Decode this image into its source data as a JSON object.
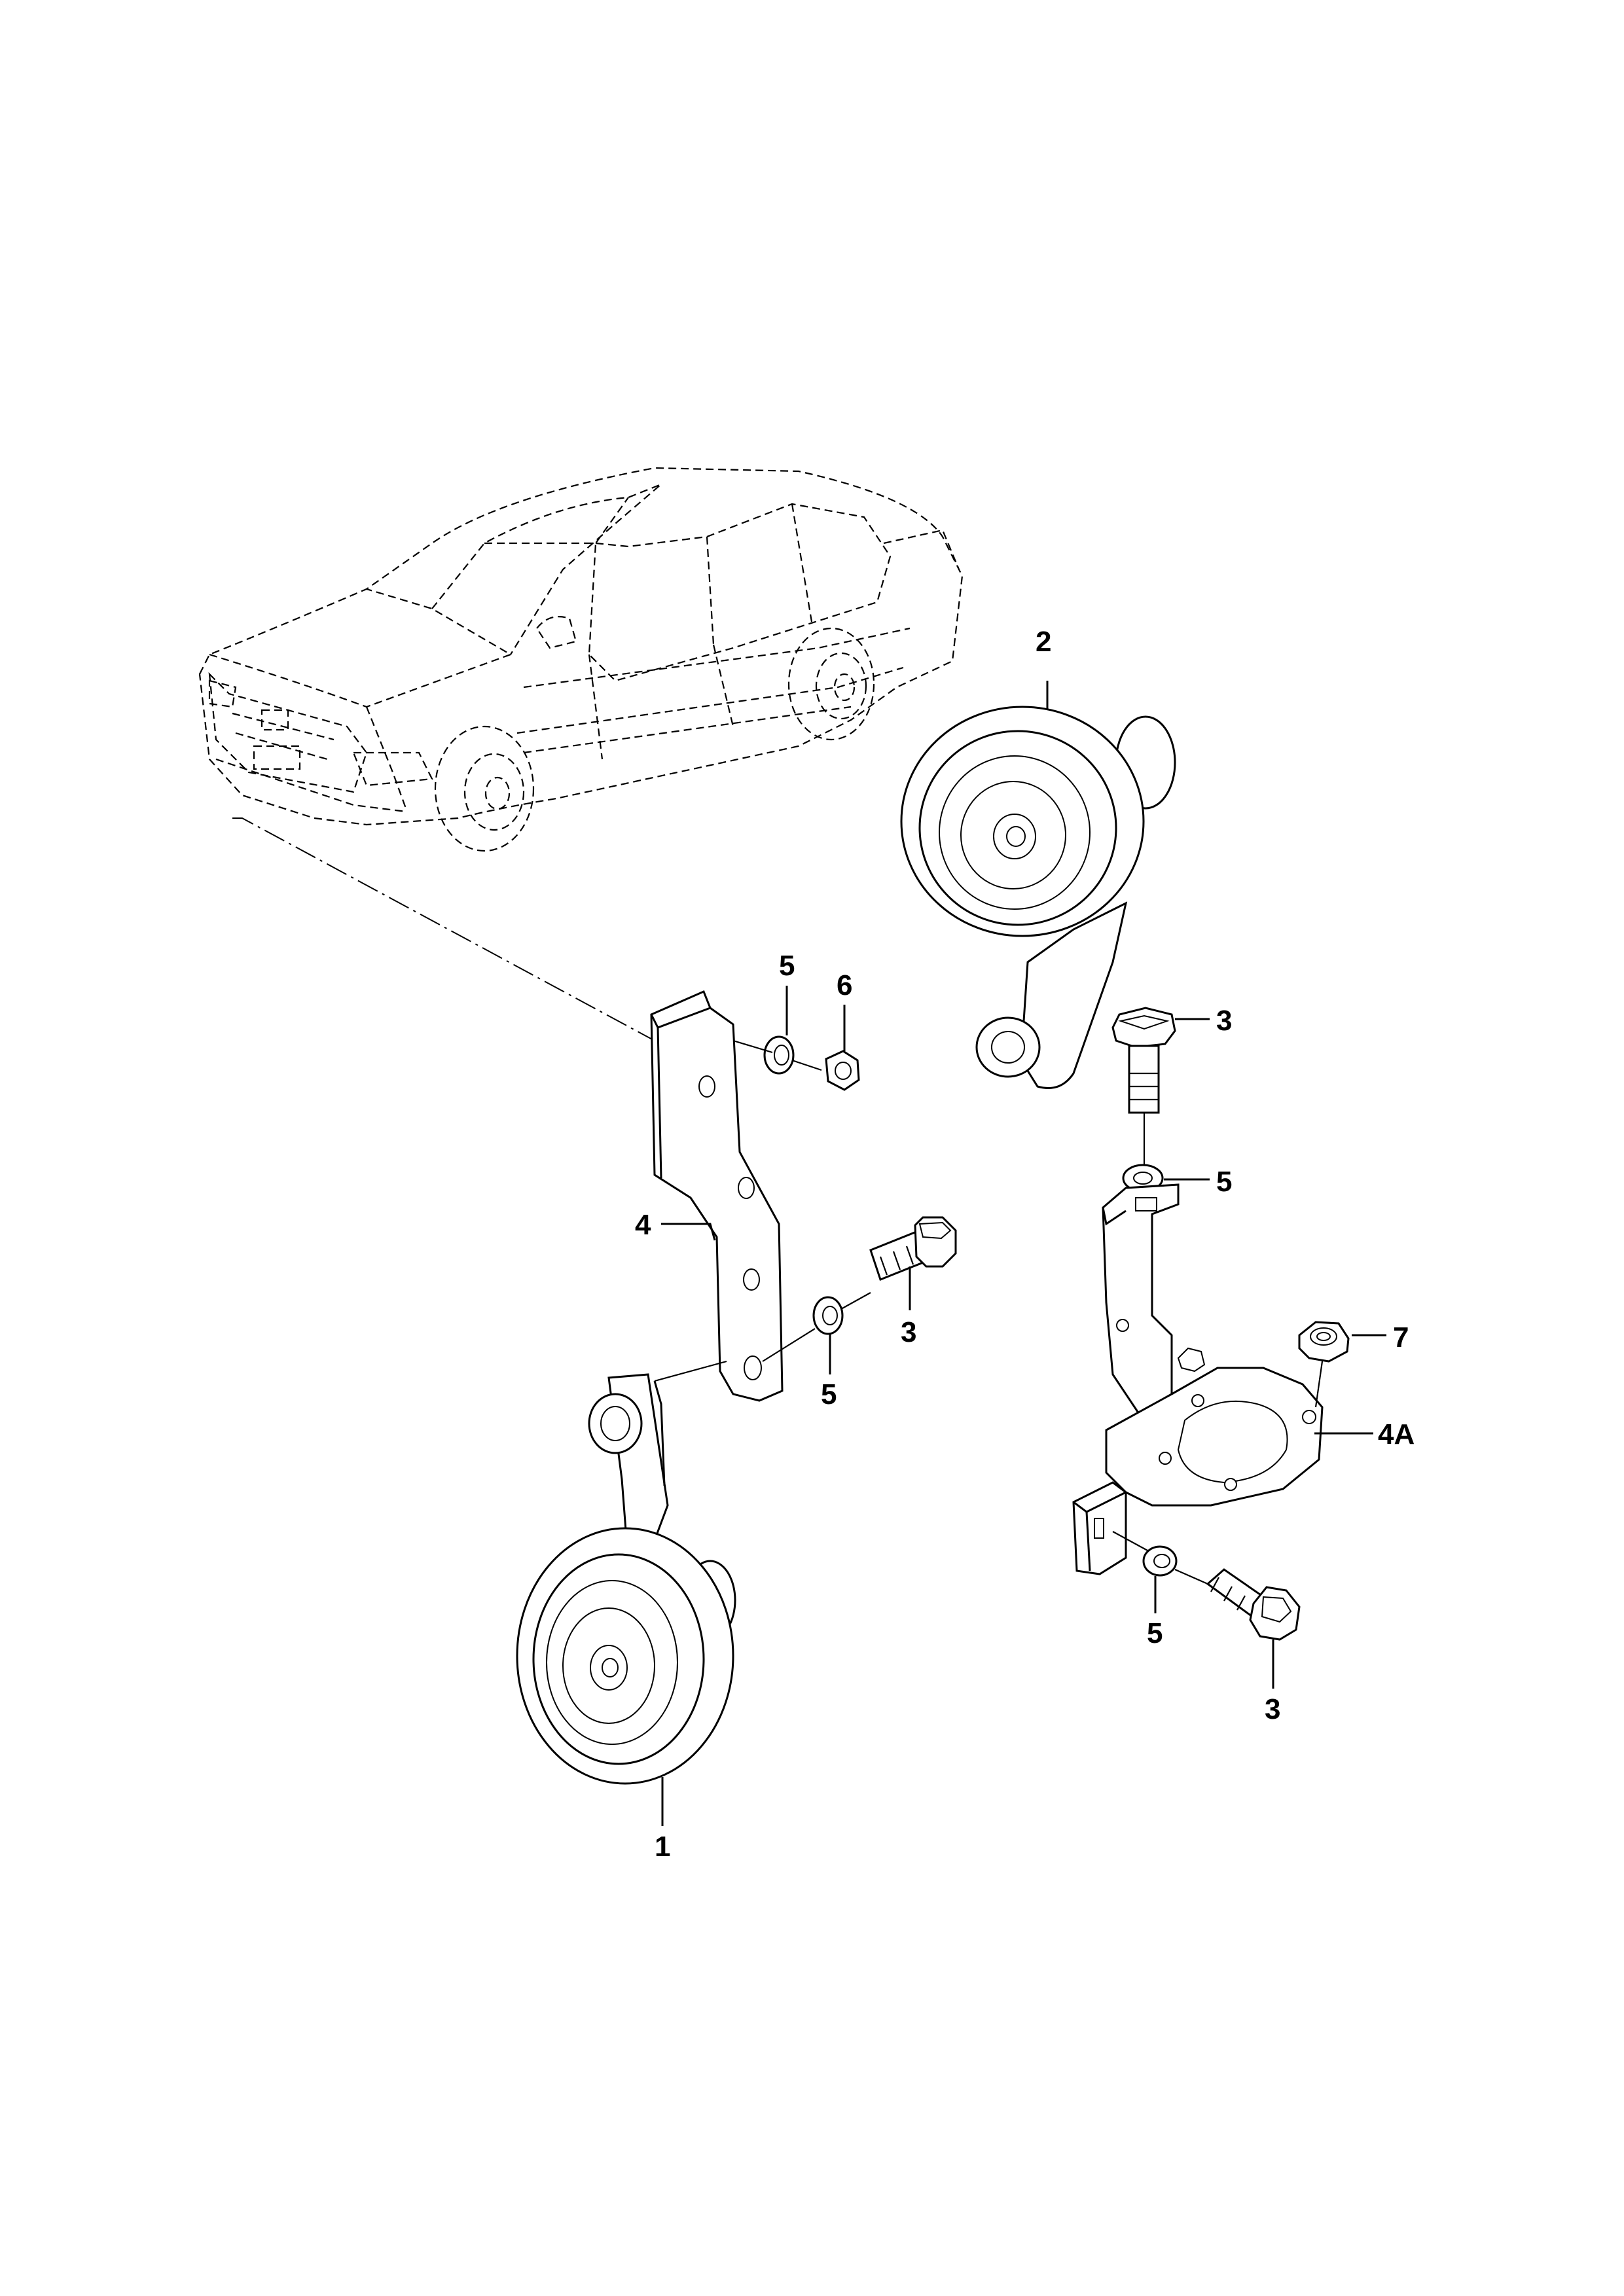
{
  "callouts": {
    "horn_1": "1",
    "horn_2": "2",
    "bolt_3_a": "3",
    "bolt_3_b": "3",
    "bolt_3_c": "3",
    "bracket_4": "4",
    "bracket_4a": "4A",
    "washer_5_a": "5",
    "washer_5_b": "5",
    "washer_5_c": "5",
    "washer_5_d": "5",
    "nut_6": "6",
    "nut_7": "7"
  },
  "icons": {
    "vehicle": "sedan-outline-dashed",
    "horn": "disc-horn",
    "bolt": "hex-flange-bolt",
    "washer": "flat-washer",
    "nut": "hex-nut",
    "bracket": "mounting-bracket"
  }
}
